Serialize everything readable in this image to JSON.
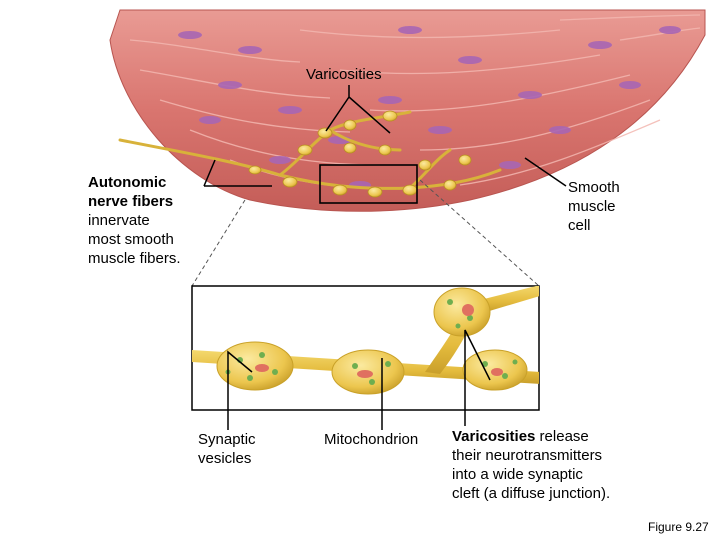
{
  "labels": {
    "varicosities_top": "Varicosities",
    "autonomic_bold": "Autonomic nerve fibers",
    "autonomic_bold_line1": "Autonomic",
    "autonomic_bold_line2": "nerve fibers",
    "autonomic_rest_line1": "innervate",
    "autonomic_rest_line2": "most smooth",
    "autonomic_rest_line3": "muscle fibers.",
    "smooth_line1": "Smooth",
    "smooth_line2": "muscle",
    "smooth_line3": "cell",
    "synaptic_line1": "Synaptic",
    "synaptic_line2": "vesicles",
    "mitochondrion": "Mitochondrion",
    "var_release_bold": "Varicosities",
    "var_release_line1_rest": " release",
    "var_release_line2": "their neurotransmitters",
    "var_release_line3": "into a wide synaptic",
    "var_release_line4": "cleft (a diffuse junction).",
    "figure": "Figure 9.27"
  },
  "colors": {
    "muscle": "#d9756f",
    "muscle_light": "#eea39c",
    "nucleus": "#b06fb8",
    "nerve": "#e8c548",
    "nerve_dark": "#c9a128",
    "vesicle_green": "#6fae4f",
    "mito_red": "#e07060",
    "line": "#000000"
  }
}
